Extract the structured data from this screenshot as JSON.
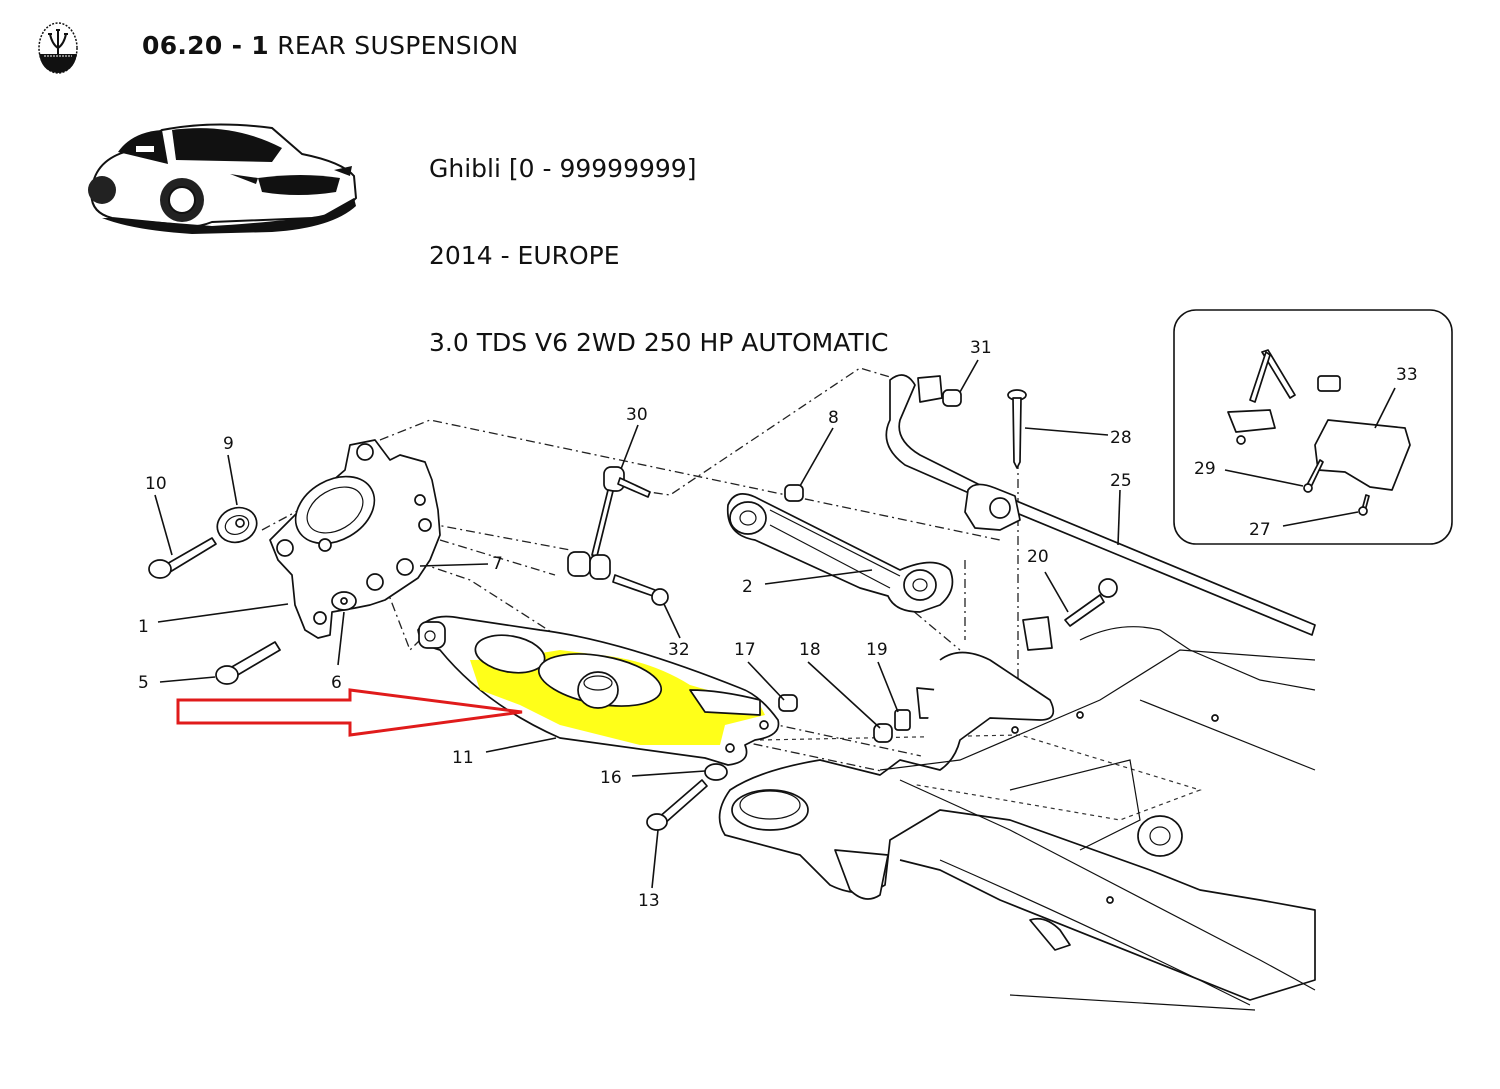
{
  "header": {
    "section_code": "06.20 - 1",
    "section_title": "REAR SUSPENSION",
    "brand_logo": "maserati-trident-logo"
  },
  "vehicle": {
    "model_line": "Ghibli [0 - 99999999]",
    "year_market": "2014 - EUROPE",
    "engine": "3.0 TDS V6 2WD 250 HP AUTOMATIC",
    "image": "car-thumbnail"
  },
  "diagram": {
    "highlighted_part": "11",
    "highlight_color": "#ffff00",
    "arrow_color": "#e01b1b",
    "callouts": [
      "1",
      "2",
      "5",
      "6",
      "7",
      "8",
      "9",
      "10",
      "11",
      "13",
      "16",
      "17",
      "18",
      "19",
      "20",
      "25",
      "27",
      "28",
      "29",
      "30",
      "31",
      "32",
      "33"
    ],
    "inset_callouts": [
      "33",
      "29",
      "27"
    ],
    "parts": [
      {
        "ref": "1",
        "label": "1"
      },
      {
        "ref": "2",
        "label": "2"
      },
      {
        "ref": "5",
        "label": "5"
      },
      {
        "ref": "6",
        "label": "6"
      },
      {
        "ref": "7",
        "label": "7"
      },
      {
        "ref": "8",
        "label": "8"
      },
      {
        "ref": "9",
        "label": "9"
      },
      {
        "ref": "10",
        "label": "10"
      },
      {
        "ref": "11",
        "label": "11"
      },
      {
        "ref": "13",
        "label": "13"
      },
      {
        "ref": "16",
        "label": "16"
      },
      {
        "ref": "17",
        "label": "17"
      },
      {
        "ref": "18",
        "label": "18"
      },
      {
        "ref": "19",
        "label": "19"
      },
      {
        "ref": "20",
        "label": "20"
      },
      {
        "ref": "25",
        "label": "25"
      },
      {
        "ref": "27",
        "label": "27"
      },
      {
        "ref": "28",
        "label": "28"
      },
      {
        "ref": "29",
        "label": "29"
      },
      {
        "ref": "30",
        "label": "30"
      },
      {
        "ref": "31",
        "label": "31"
      },
      {
        "ref": "32",
        "label": "32"
      },
      {
        "ref": "33",
        "label": "33"
      }
    ]
  }
}
